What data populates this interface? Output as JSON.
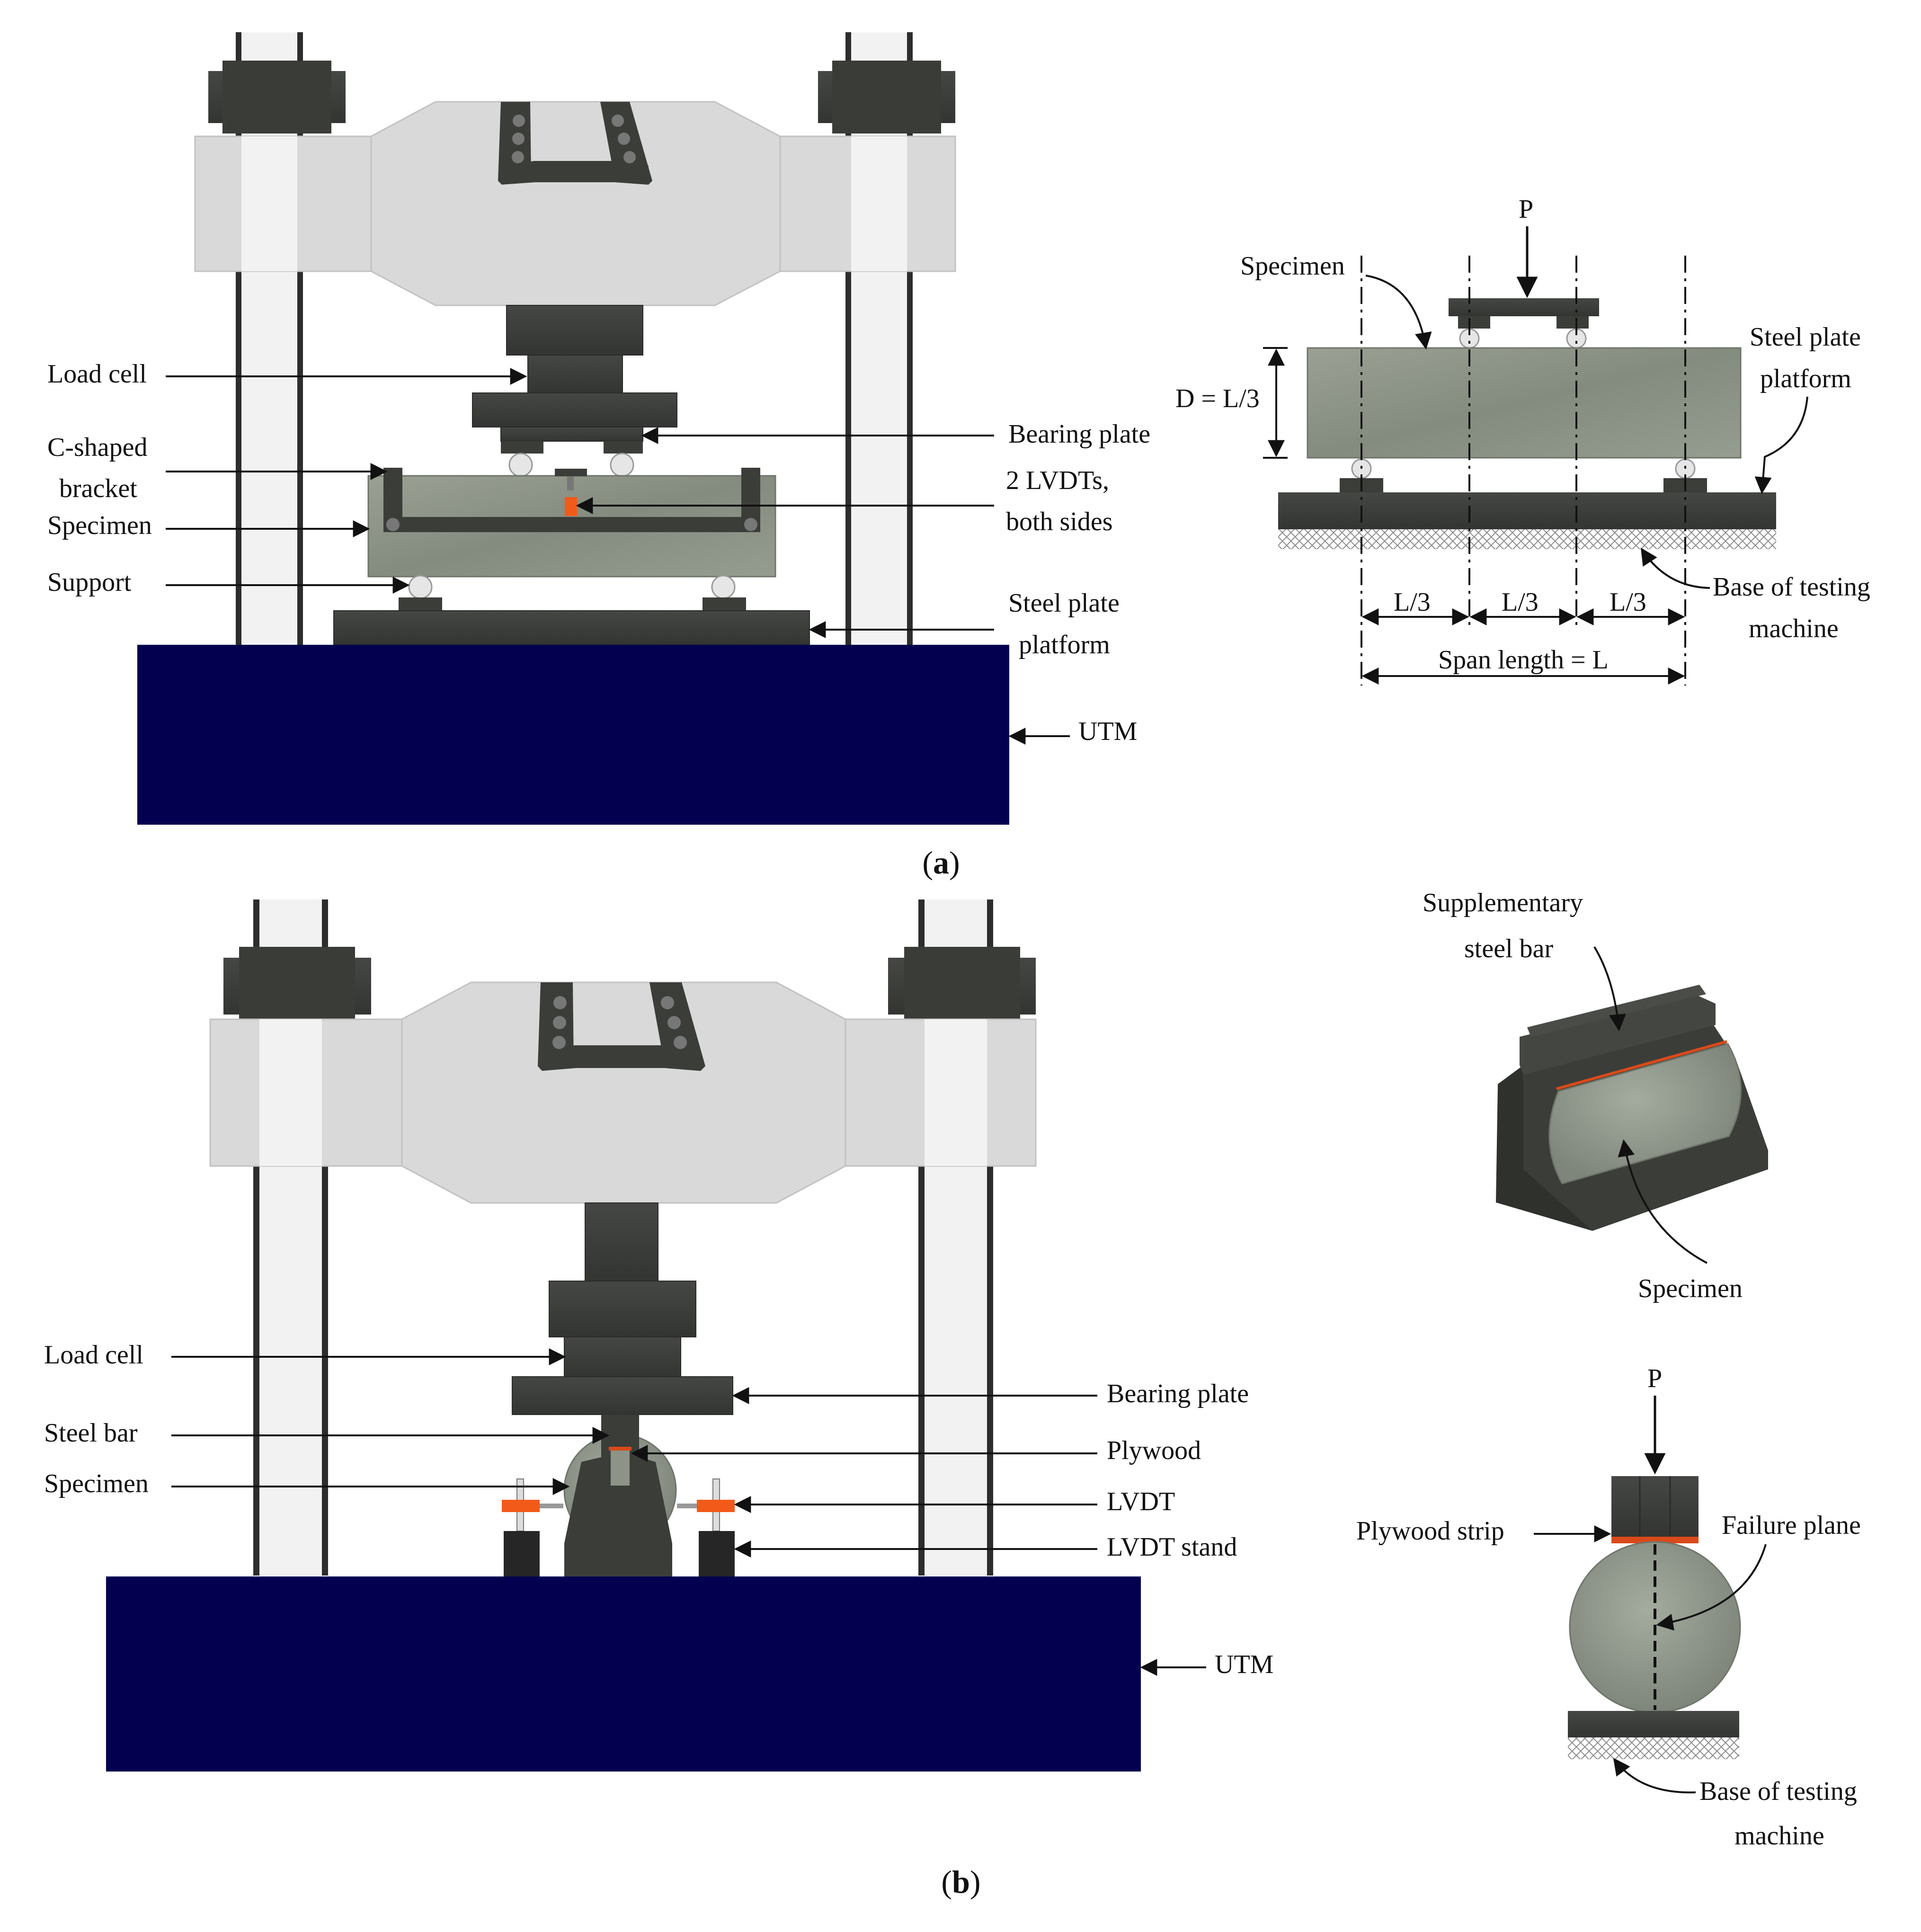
{
  "panel_a": {
    "caption_open": "(",
    "caption_letter": "a",
    "caption_close": ")",
    "machine_labels": {
      "load_cell": "Load cell",
      "c_bracket_line1": "C-shaped",
      "c_bracket_line2": "bracket",
      "specimen": "Specimen",
      "support": "Support",
      "bearing_plate": "Bearing plate",
      "lvdts_line1": "2 LVDTs,",
      "lvdts_line2": "both sides",
      "steel_plate_line1": "Steel plate",
      "steel_plate_line2": "platform",
      "utm": "UTM"
    },
    "schematic_labels": {
      "load": "P",
      "specimen": "Specimen",
      "depth": "D = L/3",
      "steel_plate_line1": "Steel plate",
      "steel_plate_line2": "platform",
      "base_line1": "Base of testing",
      "base_line2": "machine",
      "third_1": "L/3",
      "third_2": "L/3",
      "third_3": "L/3",
      "span": "Span length = L"
    }
  },
  "panel_b": {
    "caption_open": "(",
    "caption_letter": "b",
    "caption_close": ")",
    "machine_labels": {
      "load_cell": "Load cell",
      "steel_bar": "Steel bar",
      "specimen": "Specimen",
      "bearing_plate": "Bearing plate",
      "plywood": "Plywood",
      "lvdt": "LVDT",
      "lvdt_stand": "LVDT stand",
      "utm": "UTM"
    },
    "iso_labels": {
      "supp_bar_line1": "Supplementary",
      "supp_bar_line2": "steel bar",
      "specimen": "Specimen"
    },
    "section_labels": {
      "load": "P",
      "plywood_strip": "Plywood strip",
      "failure_plane": "Failure plane",
      "base_line1": "Base of testing",
      "base_line2": "machine"
    }
  },
  "colors": {
    "utm_base": "#03014f",
    "column": "#f2f2f2",
    "column_rim": "#333333",
    "crosshead": "#d9d9d9",
    "steel": "#3b3d39",
    "concrete": "#8d9487",
    "lvdt_orange": "#f25a1a",
    "plywood": "#d94a1a",
    "hatch": "#9a9a9a"
  }
}
